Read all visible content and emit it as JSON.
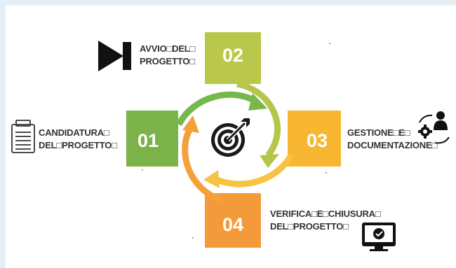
{
  "colors": {
    "step01": "#7bb24a",
    "step02": "#b9c84a",
    "step03": "#f7b733",
    "step04": "#f59a3a",
    "arrow_green": "#76b84c",
    "arrow_olive": "#b6c64a",
    "arrow_yellow": "#f8c242",
    "arrow_orange": "#f4a13a",
    "text": "#333333"
  },
  "steps": [
    {
      "number": "01",
      "label_line1": "CANDIDATURA□",
      "label_line2": "DEL□PROGETTO□",
      "icon": "clipboard-icon"
    },
    {
      "number": "02",
      "label_line1": "AVVIO□DEL□",
      "label_line2": "PROGETTO□",
      "icon": "play-skip-icon"
    },
    {
      "number": "03",
      "label_line1": "GESTIONE□E□",
      "label_line2": "DOCUMENTAZIONE□",
      "icon": "manager-gear-icon"
    },
    {
      "number": "04",
      "label_line1": "VERIFICA□E□CHIUSURA□",
      "label_line2": "DEL□PROGETTO□",
      "icon": "monitor-check-icon"
    }
  ],
  "center_icon": "target-icon"
}
